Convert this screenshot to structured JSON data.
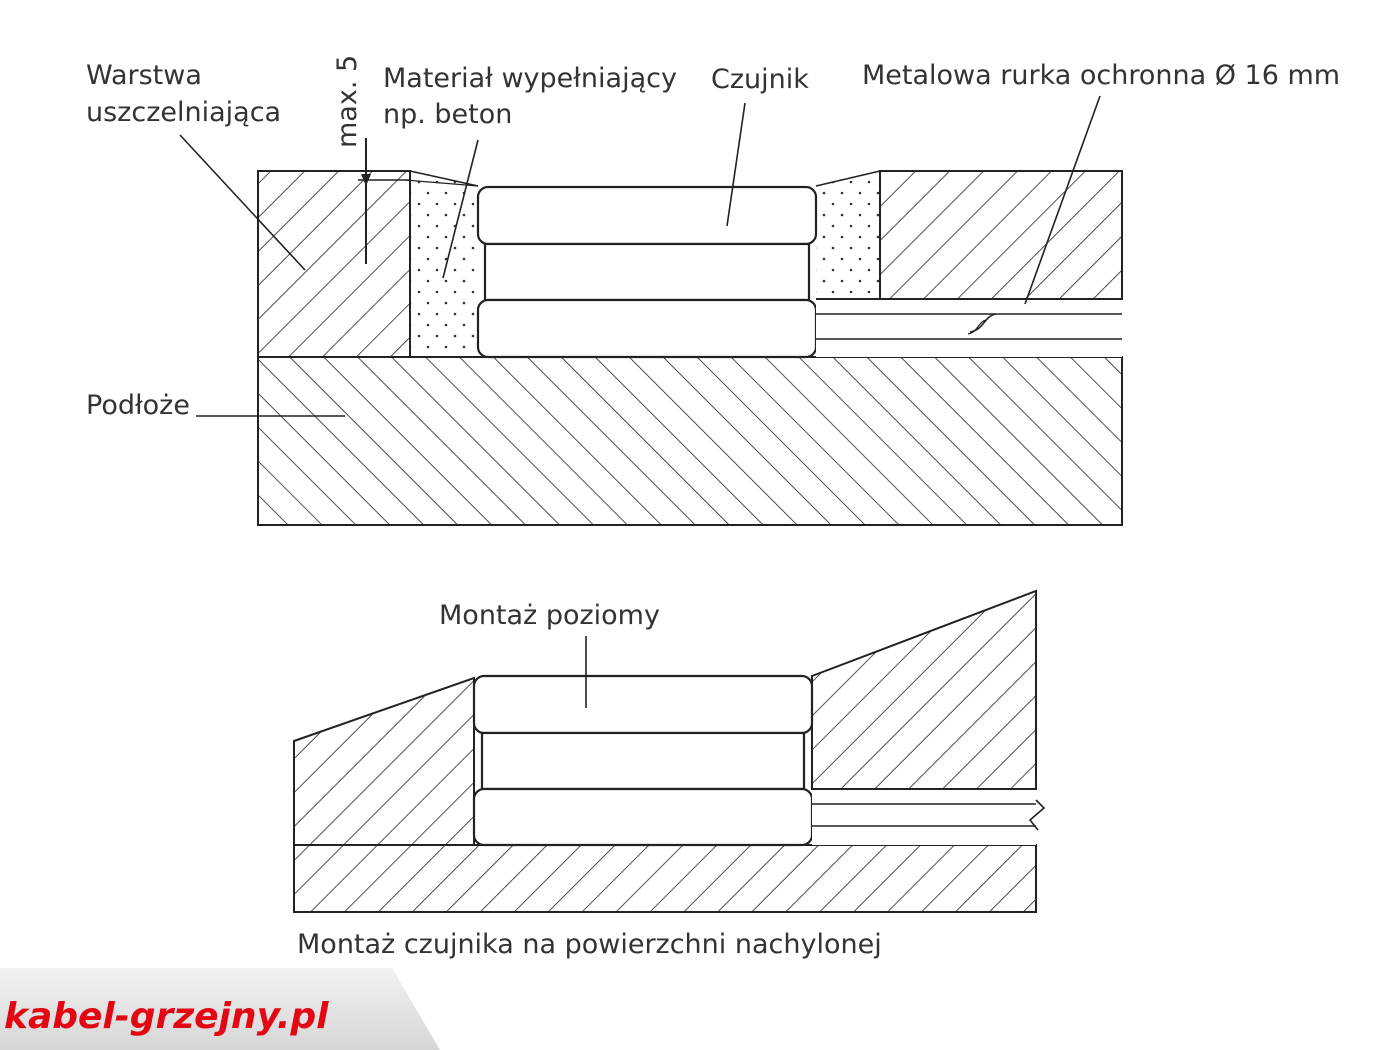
{
  "labels": {
    "sealing_layer_line1": "Warstwa",
    "sealing_layer_line2": "uszczelniająca",
    "max_depth": "max. 5",
    "filler_line1": "Materiał wypełniający",
    "filler_line2": "np. beton",
    "sensor": "Czujnik",
    "metal_tube": "Metalowa rurka ochronna Ø 16 mm",
    "substrate": "Podłoże",
    "horizontal_mount": "Montaż poziomy",
    "caption": "Montaż czujnika na powierzchni nachylonej"
  },
  "brand": {
    "name": "kabel-grzejny.pl",
    "color": "#e30613",
    "band_color": "#dcdcdc"
  }
}
